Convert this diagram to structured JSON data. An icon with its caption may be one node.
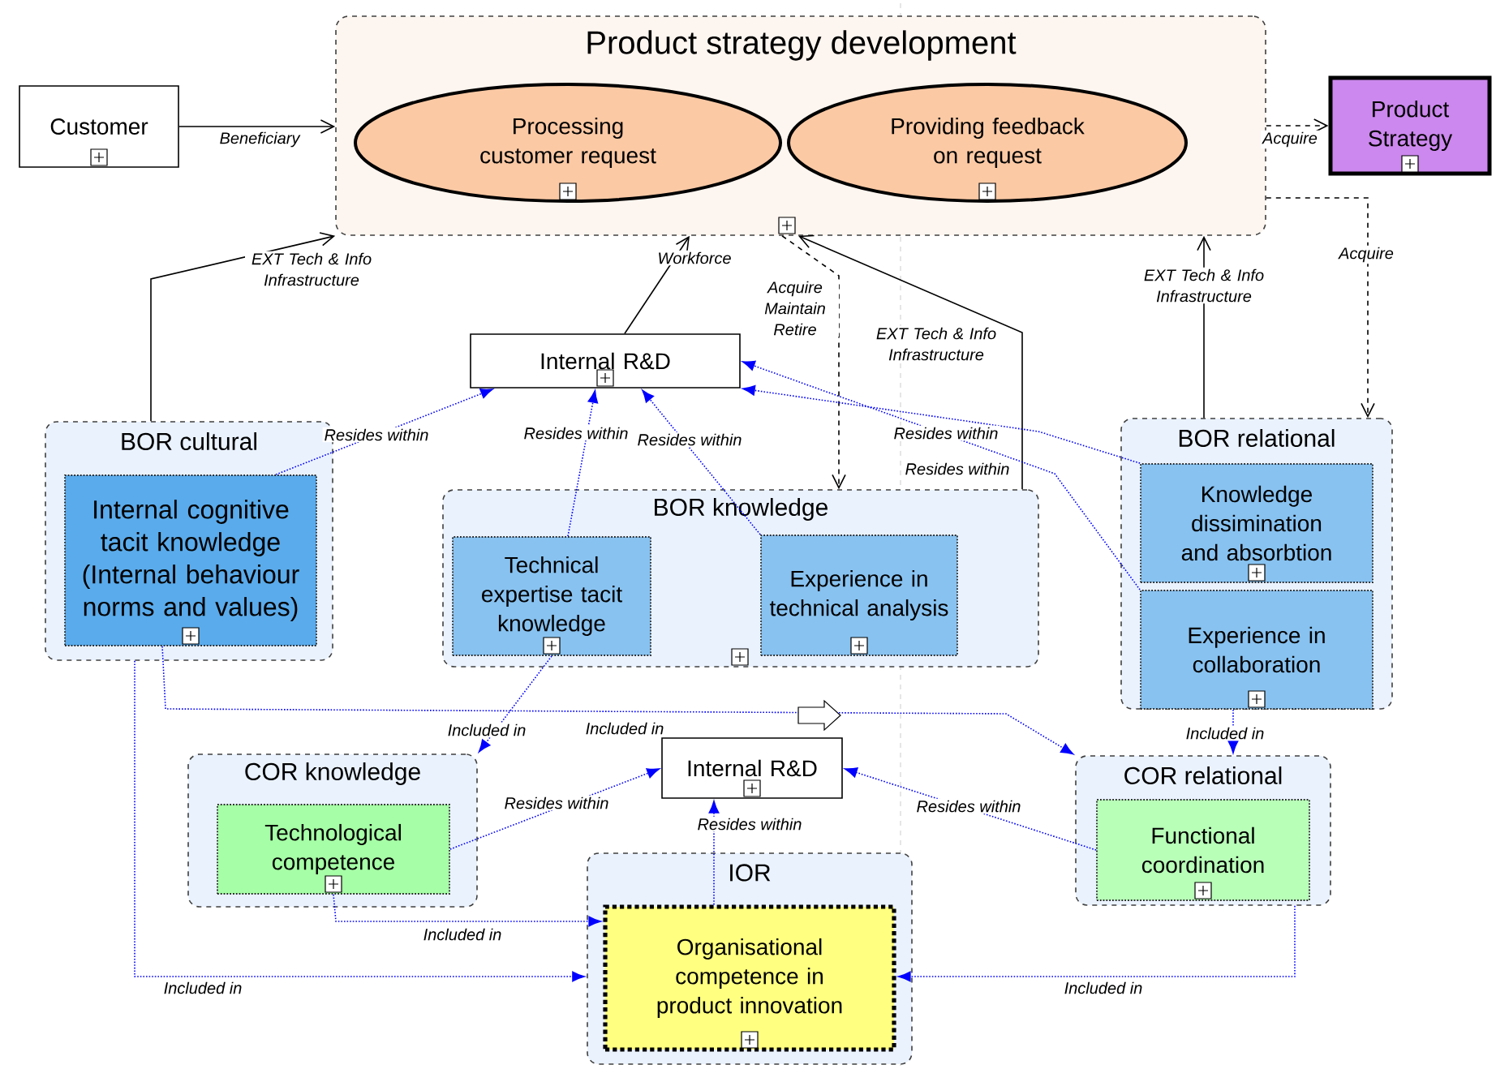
{
  "diagram": {
    "nodes": [
      {
        "text": [
          "Product strategy development"
        ]
      },
      {
        "text": [
          "Processing customer request"
        ],
        "in": 0
      },
      {
        "text": [
          "Providing feedback on request"
        ],
        "in": 0
      },
      {
        "text": [
          "Customer"
        ]
      },
      {
        "text": [
          "Product Strategy"
        ]
      },
      {
        "text": [
          "Internal R&D"
        ]
      },
      {
        "text": [
          "BOR cultural"
        ]
      },
      {
        "text": [
          "Internal cognitive tacit knowledge (Internal behaviour norms and values)"
        ],
        "in": 6
      },
      {
        "text": [
          "BOR knowledge"
        ]
      },
      {
        "text": [
          "Technical expertise tacit knowledge"
        ],
        "in": 8
      },
      {
        "text": [
          "Experience in technical analysis"
        ],
        "in": 8
      },
      {
        "text": [
          "BOR relational"
        ]
      },
      {
        "text": [
          "Knowledge dissimination and absorbtion"
        ],
        "in": 11
      },
      {
        "text": [
          "Experience in collaboration"
        ],
        "in": 11
      },
      {
        "text": [
          "COR knowledge"
        ]
      },
      {
        "text": [
          "Technological competence"
        ],
        "in": 14
      },
      {
        "text": [
          "Internal R&D"
        ]
      },
      {
        "text": [
          "COR relational"
        ]
      },
      {
        "text": [
          "Functional coordination"
        ],
        "in": 17
      },
      {
        "text": [
          "IOR"
        ]
      },
      {
        "text": [
          "Organisational competence in product innovation"
        ],
        "in": 19
      }
    ],
    "edges": [
      {
        "from": 3,
        "to": 0,
        "arrow": "to",
        "label": "Beneficiary",
        "color": "#000000"
      },
      {
        "from": 0,
        "to": 4,
        "arrow": "to",
        "label": "Acquire",
        "style": "dashed",
        "color": "#000000"
      },
      {
        "from": 6,
        "to": 0,
        "arrow": "to",
        "label": "EXT Tech & Info Infrastructure",
        "color": "#000000"
      },
      {
        "from": 5,
        "to": 0,
        "arrow": "to",
        "label": "Workforce",
        "color": "#000000"
      },
      {
        "from": 0,
        "to": 8,
        "arrow": "to",
        "label": "Acquire Maintain Retire",
        "style": "dashed",
        "color": "#000000"
      },
      {
        "from": 8,
        "to": 0,
        "arrow": "to",
        "label": "EXT Tech & Info Infrastructure",
        "color": "#000000"
      },
      {
        "from": 11,
        "to": 0,
        "arrow": "to",
        "label": "EXT Tech & Info Infrastructure",
        "color": "#000000"
      },
      {
        "from": 0,
        "to": 11,
        "arrow": "to",
        "label": "Acquire",
        "style": "dashed",
        "color": "#000000"
      },
      {
        "from": 7,
        "to": 5,
        "arrow": "to",
        "label": "Resides within",
        "style": "dashed"
      },
      {
        "from": 9,
        "to": 5,
        "arrow": "to",
        "label": "Resides within",
        "style": "dashed"
      },
      {
        "from": 10,
        "to": 5,
        "arrow": "to",
        "label": "Resides within",
        "style": "dashed"
      },
      {
        "from": 12,
        "to": 5,
        "arrow": "to",
        "label": "Resides within",
        "style": "dashed"
      },
      {
        "from": 13,
        "to": 5,
        "arrow": "to",
        "label": "Resides within",
        "style": "dashed"
      },
      {
        "from": 9,
        "to": 14,
        "arrow": "to",
        "label": "Included in",
        "style": "dashed"
      },
      {
        "from": 7,
        "to": 17,
        "arrow": "to",
        "label": "Included in",
        "style": "dashed"
      },
      {
        "from": 13,
        "to": 17,
        "arrow": "to",
        "label": "Included in",
        "style": "dashed"
      },
      {
        "from": 15,
        "to": 16,
        "arrow": "to",
        "label": "Resides within",
        "style": "dashed"
      },
      {
        "from": 18,
        "to": 16,
        "arrow": "to",
        "label": "Resides within",
        "style": "dashed"
      },
      {
        "from": 20,
        "to": 16,
        "arrow": "to",
        "label": "Resides within",
        "style": "dashed"
      },
      {
        "from": 15,
        "to": 20,
        "arrow": "to",
        "label": "Included in",
        "style": "dashed"
      },
      {
        "from": 6,
        "to": 19,
        "arrow": "to",
        "label": "Included in",
        "style": "dashed"
      },
      {
        "from": 17,
        "to": 20,
        "arrow": "to",
        "label": "Included in",
        "style": "dashed"
      }
    ]
  }
}
